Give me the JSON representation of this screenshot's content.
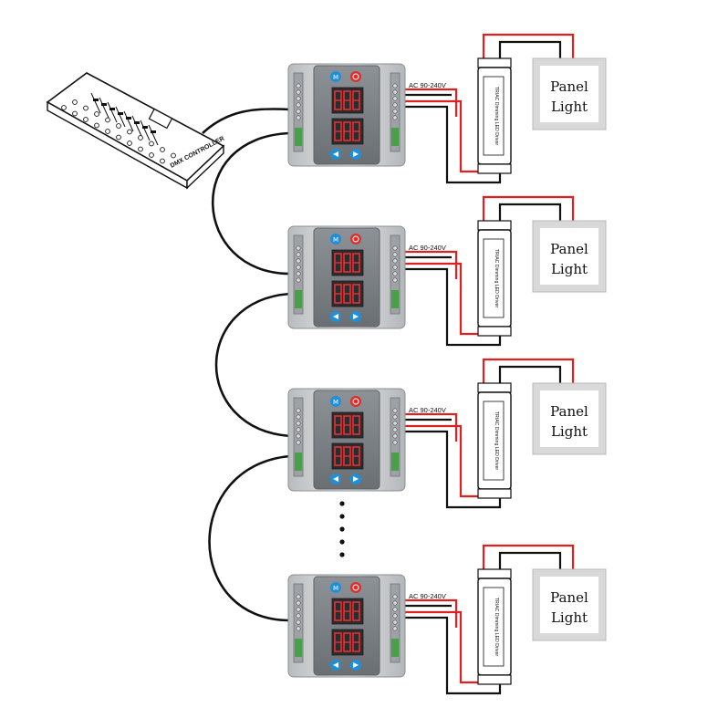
{
  "console": {
    "icon": "dmx-console-icon",
    "logo_text": "DMX CONTROLLER"
  },
  "controllers": [
    {
      "ac_label": "AC 90-240V",
      "driver_label": "TRIAC Dimming LED Driver",
      "panel_line1": "Panel",
      "panel_line2": "Light"
    },
    {
      "ac_label": "AC 90-240V",
      "driver_label": "TRIAC Dimming LED Driver",
      "panel_line1": "Panel",
      "panel_line2": "Light"
    },
    {
      "ac_label": "AC 90-240V",
      "driver_label": "TRIAC Dimming LED Driver",
      "panel_line1": "Panel",
      "panel_line2": "Light"
    },
    {
      "ac_label": "AC 90-240V",
      "driver_label": "TRIAC Dimming LED Driver",
      "panel_line1": "Panel",
      "panel_line2": "Light"
    }
  ],
  "colors": {
    "wire_red": "#e02020",
    "wire_black": "#111111",
    "button_blue": "#1e8fd8",
    "button_red": "#d9302c",
    "display_red": "#e83030",
    "housing_gray": "#cfd2d4",
    "panel_frame": "#d9d9d9"
  },
  "continuation": "ellipsis-dots"
}
